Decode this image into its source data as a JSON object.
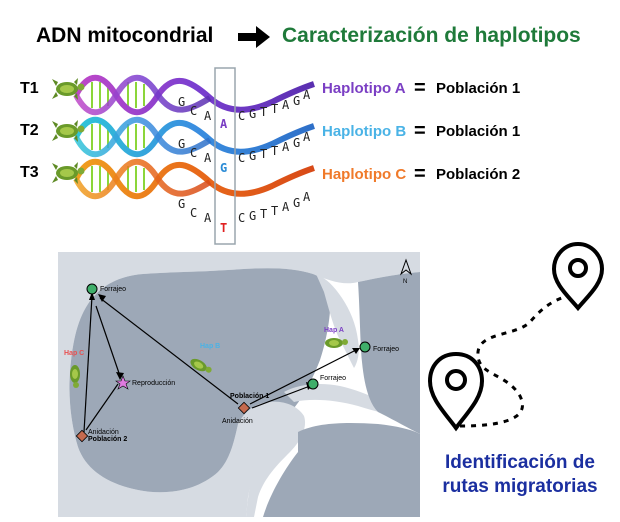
{
  "header": {
    "left_title": "ADN mitocondrial",
    "right_title": "Caracterización de haplotipos",
    "right_color": "#1f7a3a"
  },
  "rows": [
    {
      "label": "T1",
      "sequence_left": [
        "G",
        "C",
        "A"
      ],
      "variant": "A",
      "sequence_right": [
        "C",
        "G",
        "T",
        "T",
        "A",
        "G",
        "A"
      ],
      "variant_color": "#7b3fc4",
      "haplotype": "Haplotipo A",
      "haplotype_color": "#7b3fc4",
      "equals": "=",
      "population": "Población 1"
    },
    {
      "label": "T2",
      "sequence_left": [
        "G",
        "C",
        "A"
      ],
      "variant": "G",
      "sequence_right": [
        "C",
        "G",
        "T",
        "T",
        "A",
        "G",
        "A"
      ],
      "variant_color": "#2a8bd6",
      "haplotype": "Haplotipo B",
      "haplotype_color": "#4ab3e6",
      "equals": "=",
      "population": "Población 1"
    },
    {
      "label": "T3",
      "sequence_left": [
        "G",
        "C",
        "A"
      ],
      "variant": "T",
      "sequence_right": [
        "C",
        "G",
        "T",
        "T",
        "A",
        "G",
        "A"
      ],
      "variant_color": "#e02020",
      "haplotype": "Haplotipo C",
      "haplotype_color": "#f07a2a",
      "equals": "=",
      "population": "Población 2"
    }
  ],
  "map": {
    "compass": "N",
    "labels": {
      "forrajeo_nw": "Forrajeo",
      "reproduccion": "Reproducción",
      "anidacion_w": "Anidación",
      "poblacion_2": "Población 2",
      "poblacion_1": "Población 1",
      "anidacion_e": "Anidación",
      "forrajeo_cuba": "Forrajeo",
      "forrajeo_fl": "Forrajeo",
      "hap_a": "Hap A",
      "hap_b": "Hap B",
      "hap_c": "Hap C"
    },
    "colors": {
      "hap_a": "#7b3fc4",
      "hap_b": "#4ab3e6",
      "hap_c": "#e85050",
      "foraging_node": "#3fae6a",
      "nesting_node": "#c56a4f",
      "reproduction_node": "#e07be0",
      "land": "#e8e8e8",
      "water": "#aeb8c8"
    }
  },
  "bottom": {
    "line1": "Identificación de",
    "line2": "rutas migratorias",
    "color": "#1b2fa0"
  }
}
